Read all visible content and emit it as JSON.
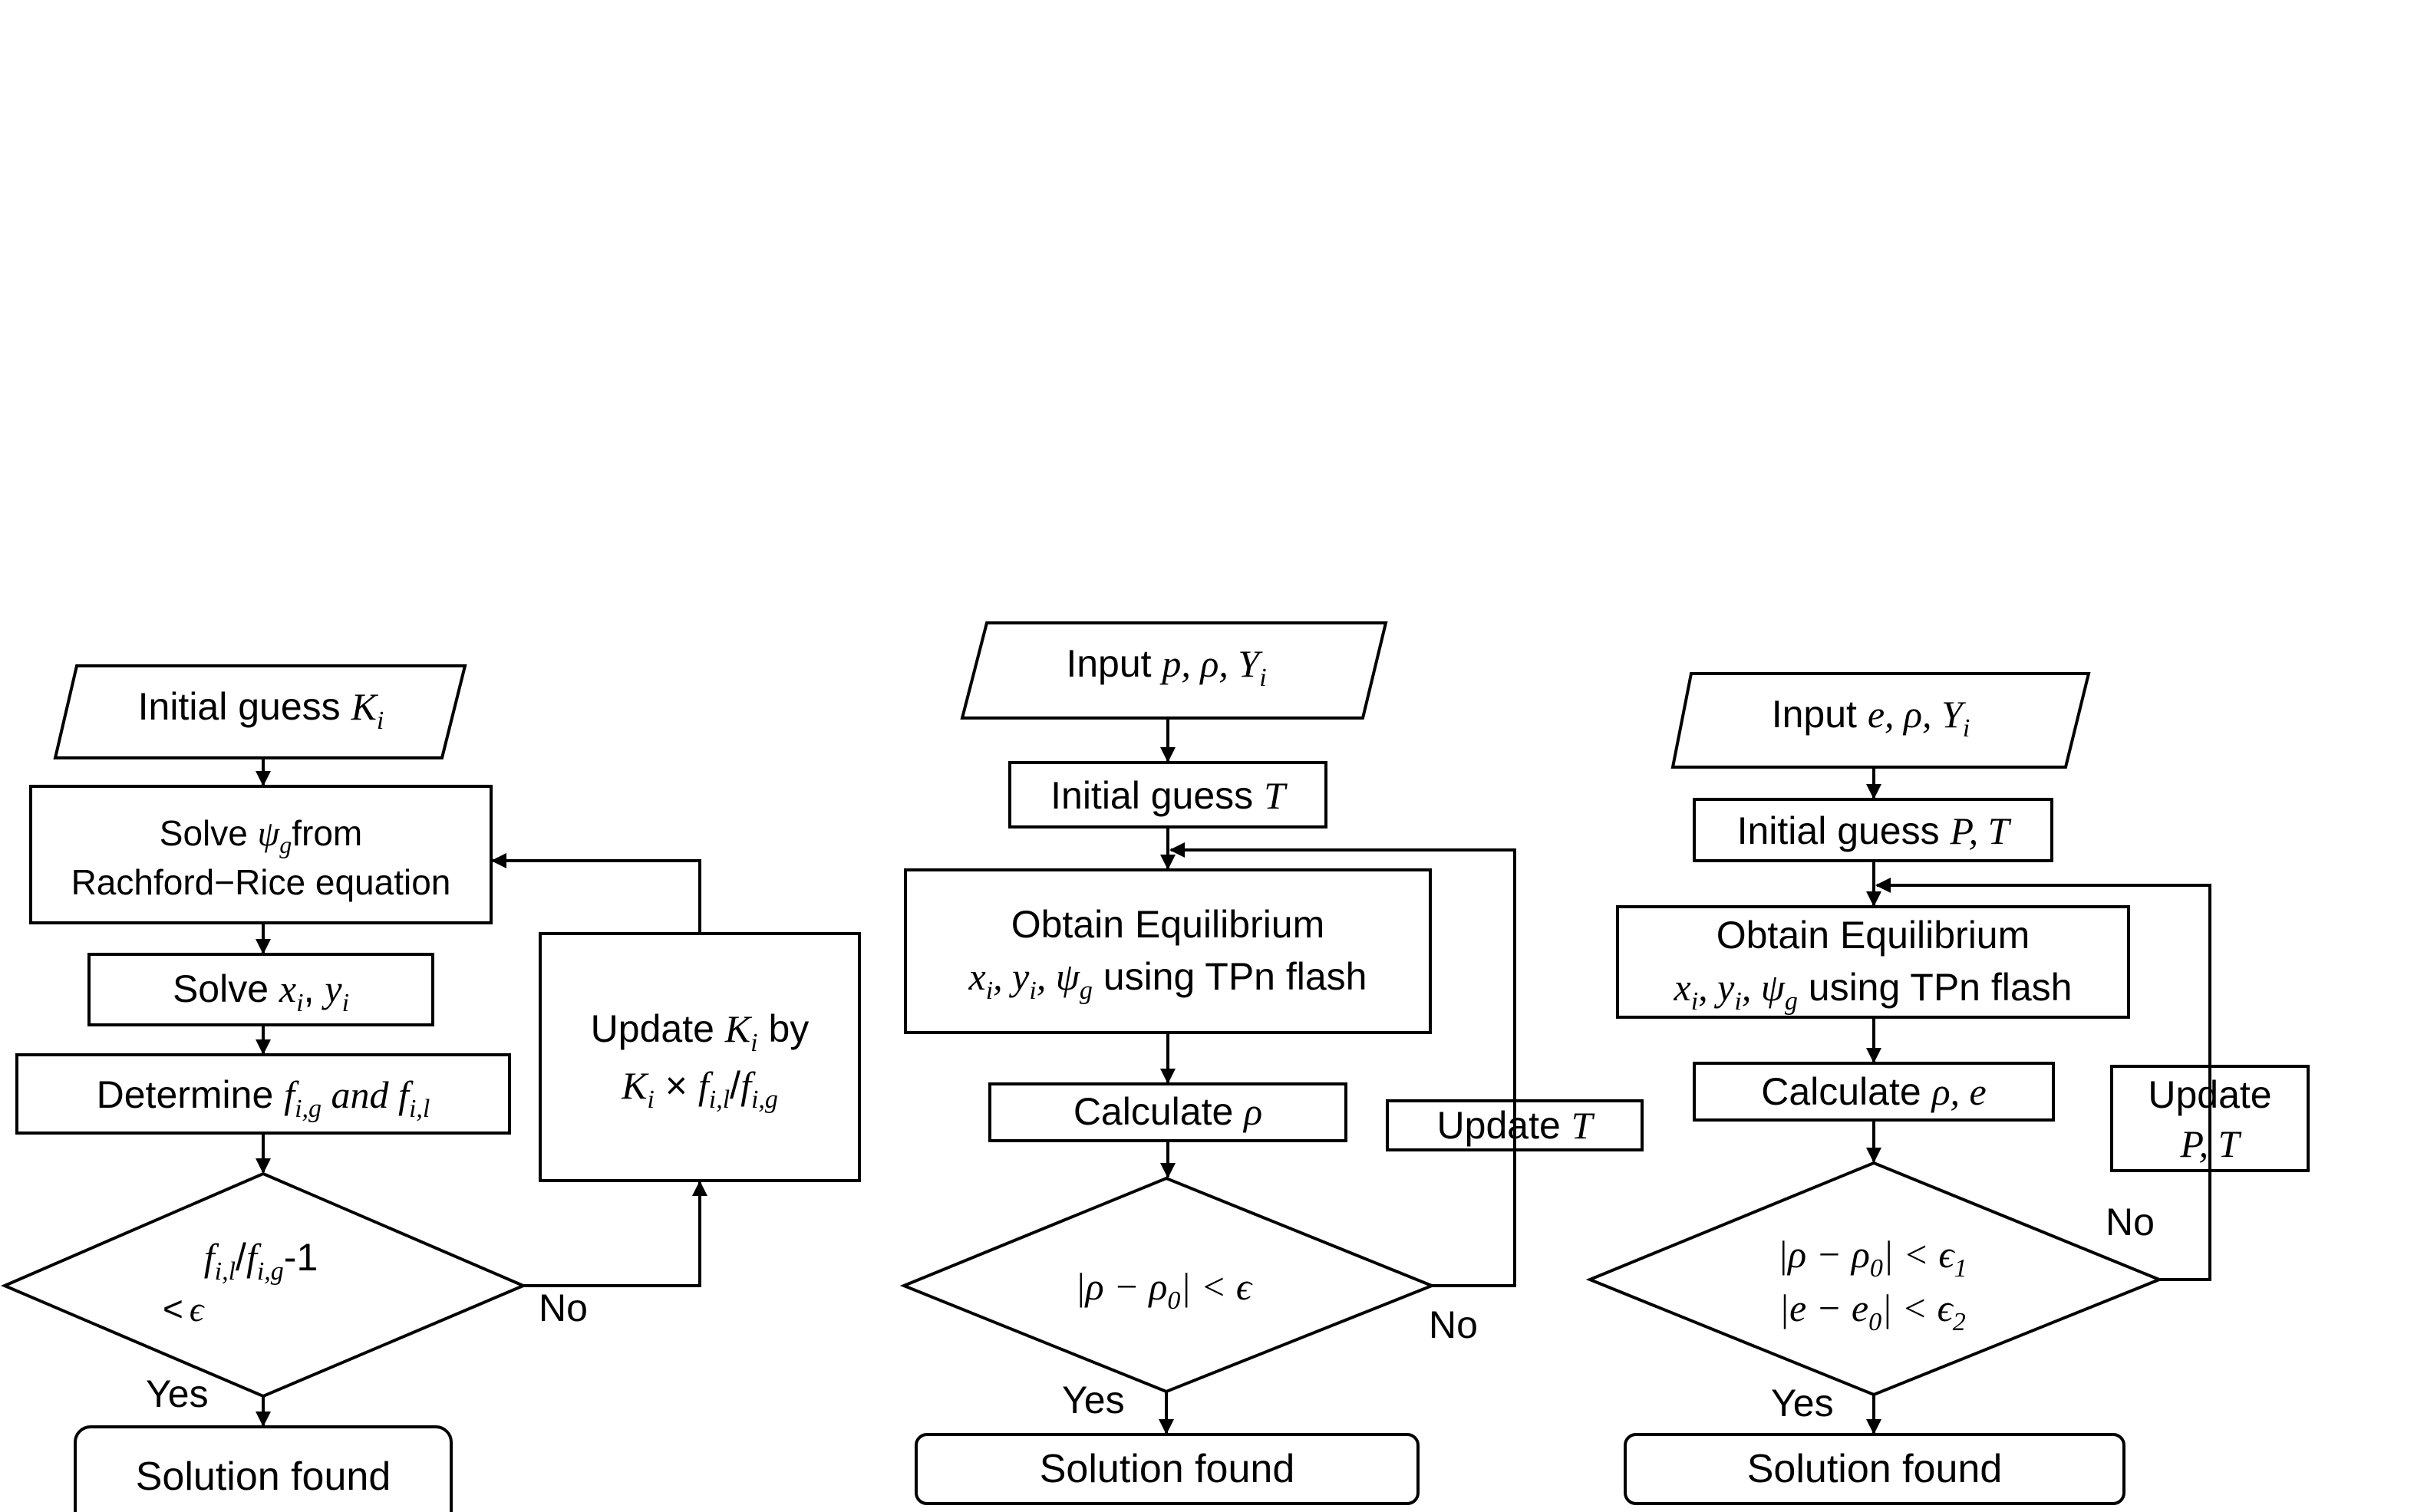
{
  "flowchart_1": {
    "input": {
      "text": "Initial guess ",
      "math": "K",
      "sub": "i"
    },
    "solve_psi": {
      "l1a": "Solve ",
      "l1m": "ψ",
      "l1s": "g",
      "l1b": "from",
      "l2": "Rachford−Rice equation"
    },
    "solve_xy": {
      "a": "Solve ",
      "x": "x",
      "xs": "i",
      "c": ", ",
      "y": "y",
      "ys": "i"
    },
    "determine": {
      "a": "Determine ",
      "f1": "f",
      "f1s": "i,g",
      "and": " and ",
      "f2": "f",
      "f2s": "i,l"
    },
    "update": {
      "l1a": "Update ",
      "l1m": "K",
      "l1s": "i",
      "l1b": " by",
      "k": "K",
      "ks": "i",
      "times": " × ",
      "f1": "f",
      "f1s": "i,l",
      "slash": "/",
      "f2": "f",
      "f2s": "i,g"
    },
    "decision": {
      "f1": "f",
      "f1s": "i,l",
      "slash": "/",
      "f2": "f",
      "f2s": "i,g",
      "minus": "-1",
      "lt": "<",
      "eps": "ϵ"
    },
    "no_label": "No",
    "yes_label": "Yes",
    "terminal": "Solution found"
  },
  "flowchart_2": {
    "input": {
      "text": "Input ",
      "math": "p, ρ, Y",
      "sub": "i"
    },
    "guess": {
      "text": "Initial guess ",
      "math": "T"
    },
    "obtain": {
      "l1": "Obtain Equilibrium",
      "x": "x",
      "xs": "i",
      "y": "y",
      "ys": "i",
      "p": "ψ",
      "ps": "g",
      "comma": ", ",
      "rest": " using TPn flash"
    },
    "calculate": {
      "text": "Calculate ",
      "math": "ρ"
    },
    "update": {
      "text": "Update ",
      "math": "T"
    },
    "decision": {
      "a": "|ρ − ρ",
      "s": "0",
      "b": "| < ϵ"
    },
    "no_label": "No",
    "yes_label": "Yes",
    "terminal": "Solution found"
  },
  "flowchart_3": {
    "input": {
      "text": "Input ",
      "math": "e, ρ, Y",
      "sub": "i"
    },
    "guess": {
      "text": "Initial guess ",
      "math": "P, T"
    },
    "obtain": {
      "l1": "Obtain Equilibrium",
      "x": "x",
      "xs": "i",
      "y": "y",
      "ys": "i",
      "p": "ψ",
      "ps": "g",
      "comma": ", ",
      "rest": " using TPn flash"
    },
    "calculate": {
      "text": "Calculate ",
      "math": "ρ, e"
    },
    "update": {
      "l1": "Update",
      "l2": "P, T"
    },
    "decision": {
      "l1a": "|ρ − ρ",
      "l1s0": "0",
      "l1b": "| < ϵ",
      "l1s1": "1",
      "l2a": "|e − e",
      "l2s0": "0",
      "l2b": "| < ϵ",
      "l2s2": "2"
    },
    "no_label": "No",
    "yes_label": "Yes",
    "terminal": "Solution found"
  }
}
